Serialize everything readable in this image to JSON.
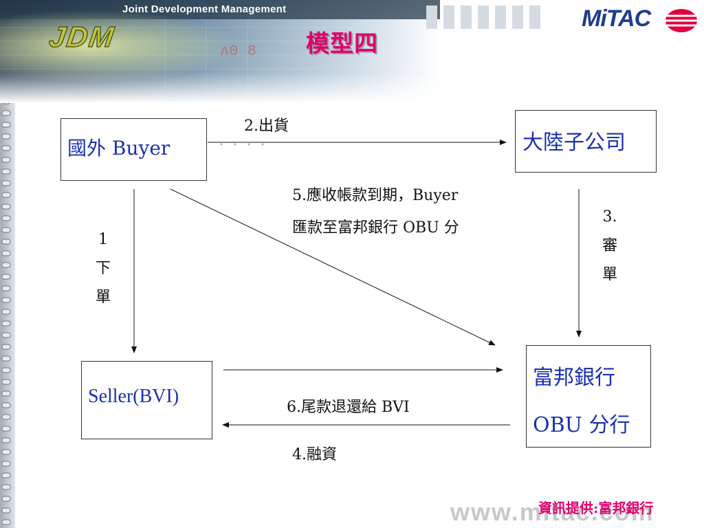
{
  "header": {
    "banner_title": "Joint Development Management",
    "logo_text": "JDM",
    "slide_title": "模型四"
  },
  "brand": {
    "name": "MiTAC",
    "color": "#1c3d8c",
    "accent": "#e0006e"
  },
  "diagram": {
    "nodes": {
      "buyer": "國外 Buyer",
      "subsidiary": "大陸子公司",
      "seller": "Seller(BVI)",
      "bank_line1": "富邦銀行",
      "bank_line2": "OBU 分行"
    },
    "edges": {
      "order": [
        "1",
        "下",
        "單"
      ],
      "shipment": "2.出貨",
      "review": [
        "3.",
        "審",
        "單"
      ],
      "financing": "4.融資",
      "payment_line1": "5.應收帳款到期，Buyer",
      "payment_line2": "匯款至富邦銀行 OBU 分",
      "refund": "6.尾款退還給 BVI"
    }
  },
  "footer": {
    "url": "www.mitac.com",
    "credit": "資訊提供:富邦銀行"
  }
}
